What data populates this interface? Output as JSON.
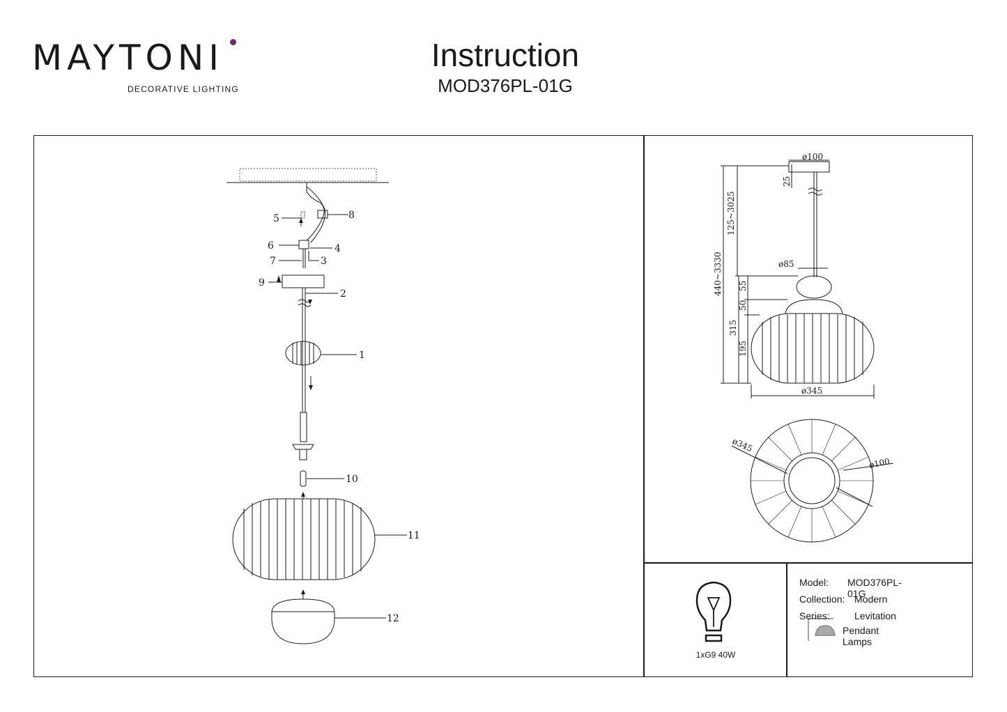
{
  "brand": {
    "name": "MAYTONI",
    "tagline": "DECORATIVE LIGHTING"
  },
  "header": {
    "title": "Instruction",
    "model": "MOD376PL-01G"
  },
  "assembly": {
    "part_labels": [
      "1",
      "2",
      "3",
      "4",
      "5",
      "6",
      "7",
      "8",
      "9",
      "10",
      "11",
      "12"
    ]
  },
  "dimensions": {
    "canopy_diameter": "ø100",
    "canopy_height": "25",
    "cable_range": "125~3025",
    "total_range": "440~3330",
    "connector_diameter": "ø85",
    "connector_height": "55",
    "dome_height": "50",
    "body_height": "315",
    "shade_height": "195",
    "shade_diameter": "ø345",
    "top_shade_diameter": "ø345",
    "top_canopy_diameter": "ø100"
  },
  "bulb": {
    "caption": "1xG9 40W",
    "icon": "bulb-icon"
  },
  "specs": {
    "model_label": "Model:",
    "model_value": "MOD376PL-01G",
    "collection_label": "Collection:",
    "collection_value": "Modern",
    "series_label": "Series:",
    "series_value": "Levitation",
    "type_value": "Pendant Lamps",
    "type_icon": "pendant-lamp-icon"
  },
  "colors": {
    "line": "#1a1a1a",
    "brand_dot": "#6b2d6b"
  }
}
